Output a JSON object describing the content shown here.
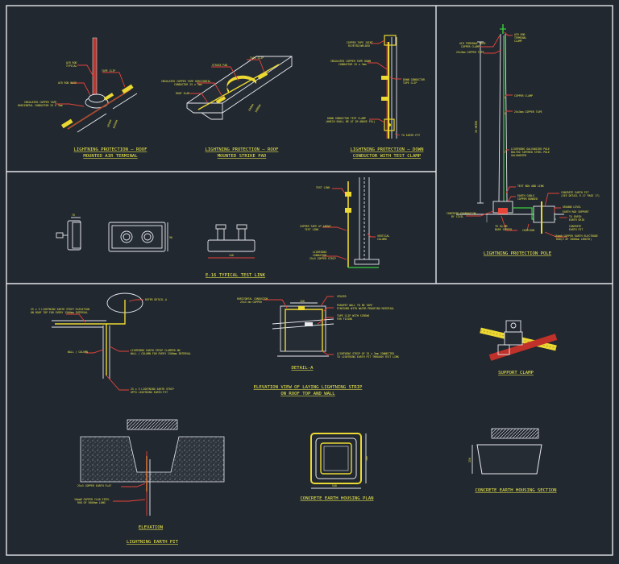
{
  "captions": {
    "roof_terminal": [
      "LIGHTNING PROTECTION – ROOF",
      "MOUNTED AIR TERMINAL"
    ],
    "strike_pad": [
      "LIGHTNING PROTECTION – ROOF",
      "MOUNTED STRIKE PAD"
    ],
    "down_conductor": [
      "LIGHTNING PROTECTION – DOWN",
      "CONDUCTOR WITH TEST CLAMP"
    ],
    "test_link": "E-16 TYPICAL TEST LINK",
    "pole": "LIGHTNING PROTECTION POLE",
    "detail_a": "DETAIL-A",
    "laying_strip": [
      "ELEVATION VIEW OF LAYING LIGHTNING STRIP",
      "ON ROOF TOP AND WALL"
    ],
    "support_clamp": "SUPPORT CLAMP",
    "elevation": "ELEVATION",
    "earth_pit": "LIGHTNING EARTH PIT",
    "housing_plan": "CONCRETE EARTH HOUSING PLAN",
    "housing_section": "CONCRETE EARTH HOUSING SECTION"
  },
  "notes": {
    "air_rod_typical": [
      "AIR ROD",
      "TYPICAL"
    ],
    "air_rod_base": "AIR ROD BASE",
    "tape_clip": "TAPE CLIP",
    "insulated_copper_tape": [
      "INSULATED COPPER TAPE",
      "HORIZONTAL CONDUCTOR 25 x 3mm"
    ],
    "pad_tape_clip": "TAPE CLIP",
    "strike_pad": "STRIKE PAD",
    "pad_insulated_tape": [
      "INSULATED COPPER TAPE HORIZONTAL",
      "CONDUCTOR 25 x 3mm"
    ],
    "roof_slab": "ROOF SLAB",
    "copper_tape_joint": [
      "COPPER TAPE JOINT",
      "RIVETED/WELDED"
    ],
    "down_insulated_tape": [
      "INSULATED COPPER TAPE DOWN",
      "CONDUCTOR 25 x 3mm"
    ],
    "down_conductor_clip": [
      "DOWN CONDUCTOR",
      "TAPE CLIP"
    ],
    "down_test_clamp": [
      "DOWN CONDUCTOR TEST CLAMP",
      "(WHICH SHALL BE AT 1M ABOVE FGL)"
    ],
    "to_earth_pit": "TO EARTH PIT",
    "test_link": "TEST LINK",
    "copper_tape_above": [
      "COPPER TAPE AT ABOVE",
      "TEST LINK"
    ],
    "vertical_column": [
      "VERTICAL",
      "COLUMN"
    ],
    "lightning_conductor": [
      "LIGHTNING",
      "CONDUCTOR"
    ],
    "copper_strip": "25x3 COPPER STRIP",
    "air_terminal_base": [
      "AIR TERMINAL BASE",
      "COPPER CLAMP"
    ],
    "air_rod_terminal": [
      "AIR ROD",
      "TERMINAL",
      "CLAMP"
    ],
    "copper_tape_25x3": "25x3mm COPPER TAPE",
    "copper_clamp": "COPPER CLAMP",
    "copper_tape_pole": "25x3mm COPPER TAPE",
    "galvanized_pole": [
      "LIGHTNING GALVANIZED POLE",
      "BOLTED TAPERED STEEL POLE",
      "GALVANIZED"
    ],
    "pole_length": "30 METER",
    "test_box": "TEST BOX AND LINK",
    "earth_cable": [
      "EARTH CABLE",
      "COPPER BONDED"
    ],
    "concrete_earth_pit": [
      "CONCRETE EARTH PIT",
      "(SEE DETAIL E-17 PAGE 17)"
    ],
    "ground_level": "GROUND LEVEL",
    "foundation": [
      "CONCRETE FOUNDATION",
      "BY CIVIL"
    ],
    "earth_rod_support": "EARTH ROD SUPPORT",
    "earth_grid": [
      "TO EARTH",
      "EARTH GRID"
    ],
    "conc_earth_pit": [
      "CONCRETE",
      "EARTH PIT"
    ],
    "bare_copper": [
      "70 SQ.MM",
      "BARE COPPER"
    ],
    "couplings": "COUPLING",
    "earth_electrode": [
      "16mmØ COPPER EARTH ELECTRODE",
      "ROD(3 OF 3000mm LENGTH)"
    ],
    "refer_detail_a": "REFER DETAIL-A",
    "strip_elevation": [
      "25 x 3 LIGHTNING EARTH STRIP ELEVATION",
      "ON ROOF TOP FOR EVERY 1500mm INTERVAL"
    ],
    "wall_column": "WALL / COLUMN",
    "strip_clamped": [
      "LIGHTNING EARTH STRIP CLAMPED ON",
      "WALL / COLUMN FOR EVERY 1500mm INTERVAL"
    ],
    "to_earth_pit_strip": [
      "25 x 3 LIGHTNING EARTH STRIP",
      "UPTO LIGHTNING EARTH PIT"
    ],
    "horizontal_conductor": [
      "HORIZONTAL CONDUCTOR",
      "25x3 mm COPPER"
    ],
    "spacer": "SPACER",
    "parapet_wall": [
      "PARAPET WALL TO BE TAPE",
      "FINISHED WITH WATER PROOFING MATERIAL"
    ],
    "clip_screws": [
      "TAPE CLIP WITH SCREWS",
      "FOR FIXING"
    ],
    "down_conductor_detail": [
      "LIGHTNING STRIP OF 25 x 3mm CONNECTED",
      "TO LIGHTNING EARTH PIT THROUGH TEST LINK"
    ],
    "copper_earth_plate": "25x3 COPPER EARTH FLAT",
    "copper_clad_rod": [
      "16mmØ COPPER CLAD STEEL",
      "ROD OF 3000mm LONG"
    ],
    "dim_140": "140",
    "dim_70": "70",
    "dim_90": "90",
    "dim_65": "65",
    "dim_540": "540",
    "dim_580": "580",
    "dim_290": "290",
    "dim_100": "100",
    "dim_150": "150",
    "dim_roof_1": "600mm",
    "dim_roof_2": "1000mm"
  },
  "colors": {
    "background": "#212830",
    "frame": "#e6e6ea",
    "annotation": "#e8e44a",
    "leader": "#e8443a",
    "conductor": "#ecd832",
    "earth_cable": "#39d23c",
    "copper": "#b8372f"
  }
}
